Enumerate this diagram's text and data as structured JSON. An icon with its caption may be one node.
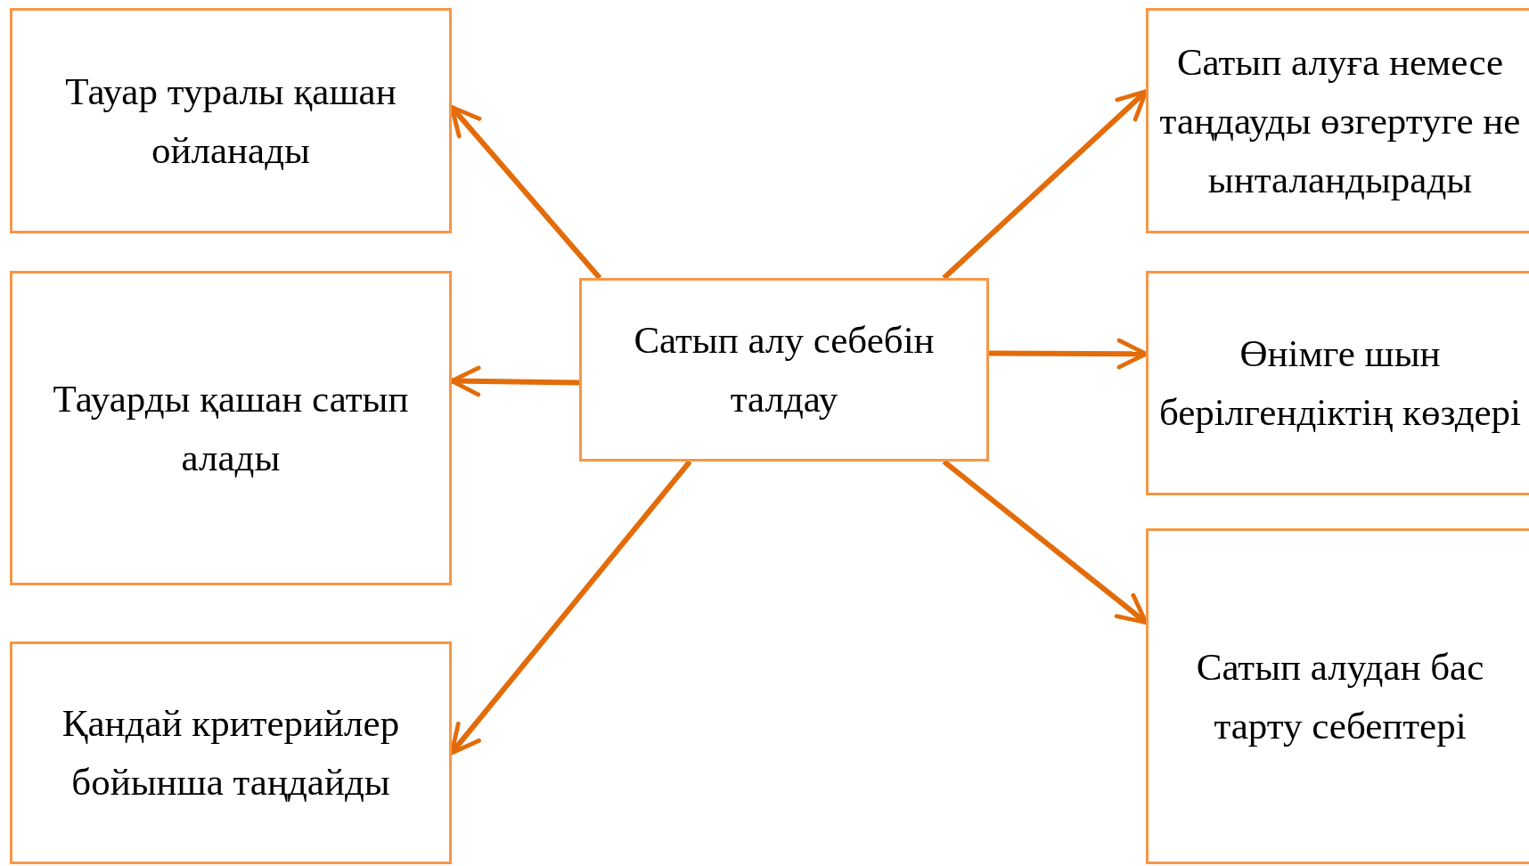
{
  "diagram": {
    "nodes": [
      {
        "text": [
          "Сатып алу себебін талдау"
        ]
      },
      {
        "text": [
          "Тауар туралы қашан ойланады"
        ]
      },
      {
        "text": [
          "Тауарды қашан сатып алады"
        ]
      },
      {
        "text": [
          "Қандай критерийлер бойынша таңдайды"
        ]
      },
      {
        "text": [
          "Сатып алуға немесе таңдауды өзгертуге не ынталандырады"
        ]
      },
      {
        "text": [
          "Өнімге шын берілгендіктің көздері"
        ]
      },
      {
        "text": [
          "Сатып алудан бас тарту себептері"
        ]
      }
    ],
    "edges": [
      {
        "from": 0,
        "to": 1,
        "arrow": "to"
      },
      {
        "from": 0,
        "to": 2,
        "arrow": "to"
      },
      {
        "from": 0,
        "to": 3,
        "arrow": "to"
      },
      {
        "from": 0,
        "to": 4,
        "arrow": "to"
      },
      {
        "from": 0,
        "to": 5,
        "arrow": "to"
      },
      {
        "from": 0,
        "to": 6,
        "arrow": "to"
      }
    ]
  }
}
